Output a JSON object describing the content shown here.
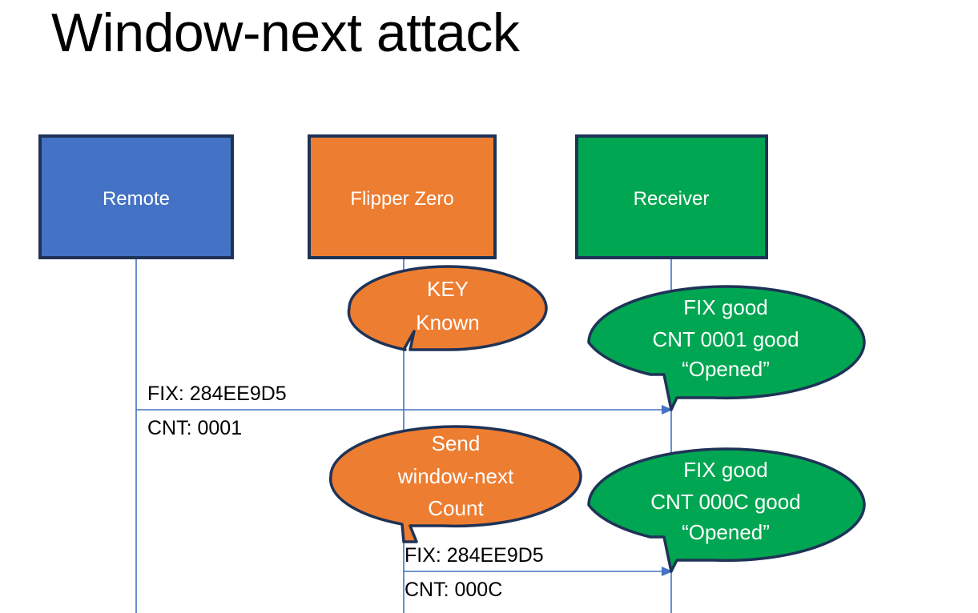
{
  "slide": {
    "title": "Window-next attack",
    "background_color": "#FFFFFF"
  },
  "colors": {
    "blue_fill": "#4472C4",
    "orange_fill": "#ED7D31",
    "green_fill": "#00A651",
    "shape_outline": "#1F3357",
    "lifeline": "#4472C4",
    "text_on_fill": "#FFFFFF",
    "text_dark": "#000000"
  },
  "actors": [
    {
      "id": "remote",
      "label": "Remote",
      "fill": "#4472C4"
    },
    {
      "id": "flipper",
      "label": "Flipper Zero",
      "fill": "#ED7D31"
    },
    {
      "id": "receiver",
      "label": "Receiver",
      "fill": "#00A651"
    }
  ],
  "callouts": [
    {
      "id": "key-known",
      "owner": "flipper",
      "fill": "#ED7D31",
      "lines": [
        "KEY",
        "Known"
      ]
    },
    {
      "id": "receiver-ack-1",
      "owner": "receiver",
      "fill": "#00A651",
      "lines": [
        "FIX good",
        "CNT 0001 good",
        "“Opened”"
      ]
    },
    {
      "id": "send-window-next",
      "owner": "flipper",
      "fill": "#ED7D31",
      "lines": [
        "Send",
        "window-next",
        "Count"
      ]
    },
    {
      "id": "receiver-ack-2",
      "owner": "receiver",
      "fill": "#00A651",
      "lines": [
        "FIX good",
        "CNT 000C good",
        "“Opened”"
      ]
    }
  ],
  "messages": [
    {
      "id": "msg-remote-to-receiver",
      "from": "remote",
      "to": "receiver",
      "label_above": "FIX: 284EE9D5",
      "label_below": "CNT: 0001"
    },
    {
      "id": "msg-flipper-to-receiver",
      "from": "flipper",
      "to": "receiver",
      "label_above": "FIX: 284EE9D5",
      "label_below": "CNT: 000C"
    }
  ]
}
